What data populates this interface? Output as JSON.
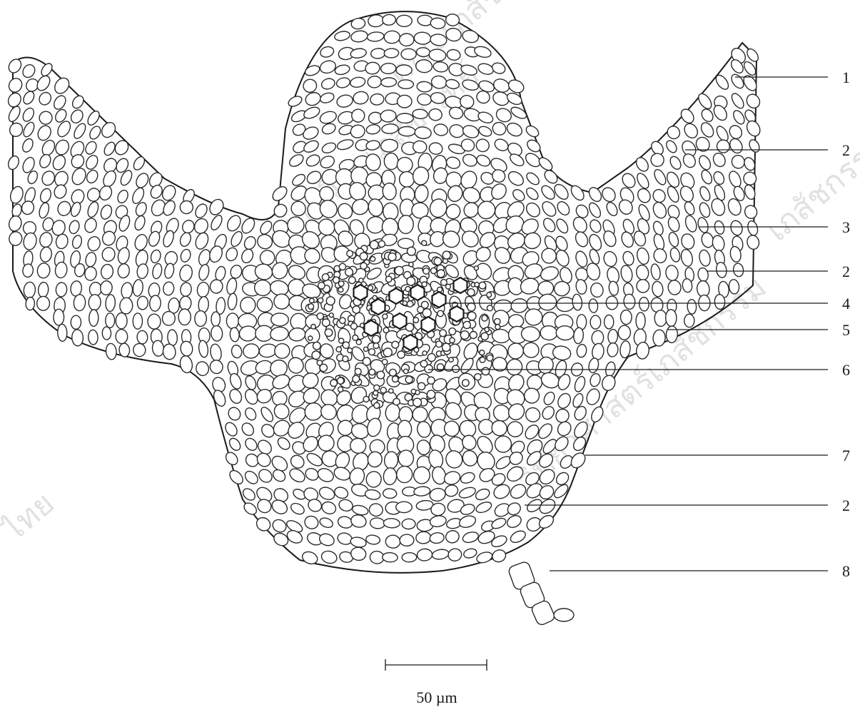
{
  "figure": {
    "callouts": [
      "1",
      "2",
      "3",
      "2",
      "4",
      "5",
      "6",
      "7",
      "2",
      "8"
    ],
    "scale_bar_label": "50 µm",
    "watermarks": [
      "ภาควิชาเภสัชเวทย์",
      "คณะเภสัชศาสตร์",
      "วิทยาศาสตร์เภสัชกรรม",
      "ไทย",
      "เภสัชกรรมไทย"
    ],
    "colors": {
      "line": "#1a1a1a",
      "background": "#ffffff",
      "watermark": "#c9c9c9"
    }
  }
}
